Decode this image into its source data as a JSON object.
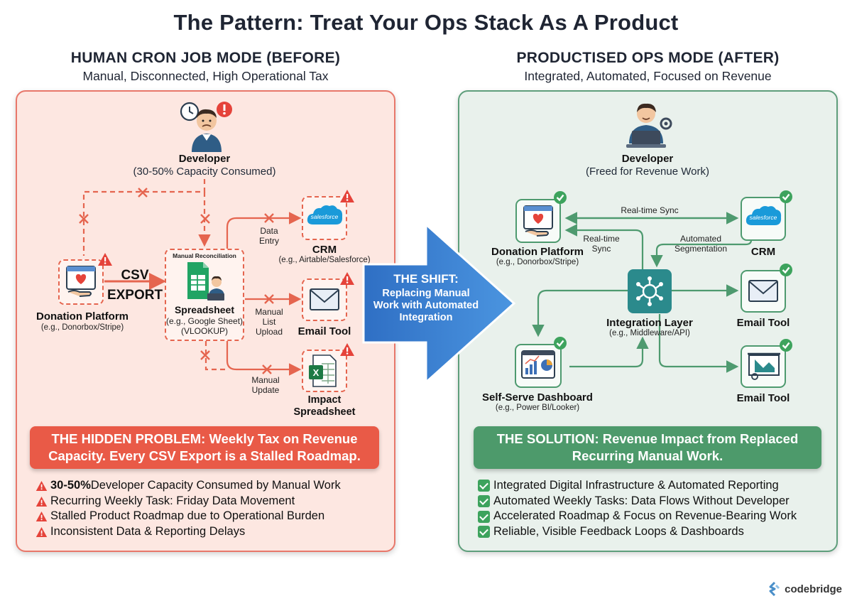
{
  "title": "The Pattern: Treat Your Ops Stack As A Product",
  "before": {
    "heading": "HUMAN CRON JOB MODE (BEFORE)",
    "subheading": "Manual, Disconnected, High Operational Tax",
    "developer": {
      "label": "Developer",
      "note": "(30-50% Capacity Consumed)"
    },
    "donation": {
      "label": "Donation Platform",
      "sub": "(e.g., Donorbox/Stripe)"
    },
    "csv_export": [
      "CSV",
      "EXPORT"
    ],
    "spreadsheet": {
      "top": "Manual Reconciliation",
      "label": "Spreadsheet",
      "sub1": "(e.g., Google Sheet)",
      "sub2": "(VLOOKUP)"
    },
    "crm": {
      "label": "CRM",
      "sub": "(e.g., Airtable/Salesforce)",
      "brand": "salesforce"
    },
    "email": {
      "label": "Email Tool"
    },
    "impact": {
      "label1": "Impact",
      "label2": "Spreadsheet"
    },
    "edge_data_entry": [
      "Data",
      "Entry"
    ],
    "edge_list_upload": [
      "Manual",
      "List",
      "Upload"
    ],
    "edge_manual_update": [
      "Manual",
      "Update"
    ],
    "banner": [
      "THE HIDDEN PROBLEM: Weekly Tax on Revenue",
      "Capacity. Every CSV Export is a Stalled Roadmap."
    ],
    "bullets": [
      {
        "bold": "30-50%",
        "text": " Developer Capacity Consumed by Manual Work"
      },
      {
        "bold": "",
        "text": "Recurring Weekly Task: Friday Data Movement"
      },
      {
        "bold": "",
        "text": "Stalled Product Roadmap due to Operational Burden"
      },
      {
        "bold": "",
        "text": "Inconsistent Data & Reporting Delays"
      }
    ]
  },
  "shift": {
    "title": "THE SHIFT:",
    "lines": [
      "Replacing Manual",
      "Work with Automated",
      "Integration"
    ]
  },
  "after": {
    "heading": "PRODUCTISED OPS MODE (AFTER)",
    "subheading": "Integrated, Automated, Focused on Revenue",
    "developer": {
      "label": "Developer",
      "note": "(Freed for Revenue Work)"
    },
    "donation": {
      "label": "Donation Platform",
      "sub": "(e.g., Donorbox/Stripe)"
    },
    "crm": {
      "label": "CRM",
      "brand": "salesforce"
    },
    "integration": {
      "label": "Integration Layer",
      "sub": "(e.g., Middleware/API)"
    },
    "email1": {
      "label": "Email Tool"
    },
    "email2": {
      "label": "Email Tool"
    },
    "dashboard": {
      "label": "Self-Serve Dashboard",
      "sub": "(e.g., Power BI/Looker)"
    },
    "edge_realtime": "Real-time Sync",
    "edge_realtime2": [
      "Real-time",
      "Sync"
    ],
    "edge_segmentation": [
      "Automated",
      "Segmentation"
    ],
    "banner": [
      "THE SOLUTION: Revenue Impact from Replaced",
      "Recurring Manual Work."
    ],
    "bullets": [
      "Integrated Digital Infrastructure & Automated Reporting",
      "Automated Weekly Tasks: Data Flows Without Developer",
      "Accelerated Roadmap & Focus on Revenue-Bearing Work",
      "Reliable, Visible Feedback Loops & Dashboards"
    ]
  },
  "logo": "codebridge",
  "colors": {
    "red": "#e5654f",
    "green": "#4e9a6f",
    "blue": "#3f86d6"
  }
}
